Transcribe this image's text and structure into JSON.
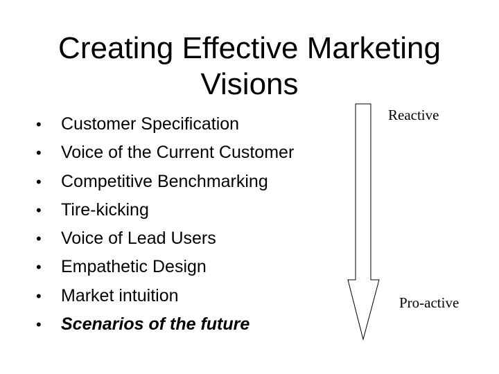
{
  "slide": {
    "title_line1": "Creating Effective Marketing",
    "title_line2": "Visions",
    "bullet_symbol": "•",
    "items": [
      {
        "text": "Customer Specification"
      },
      {
        "text": "Voice of the Current Customer"
      },
      {
        "text": "Competitive Benchmarking"
      },
      {
        "text": "Tire-kicking"
      },
      {
        "text": "Voice of Lead Users"
      },
      {
        "text": "Empathetic Design"
      },
      {
        "text": "Market intuition"
      },
      {
        "text": "Scenarios of the future"
      }
    ],
    "scale": {
      "top_label": "Reactive",
      "bottom_label": "Pro-active"
    }
  }
}
